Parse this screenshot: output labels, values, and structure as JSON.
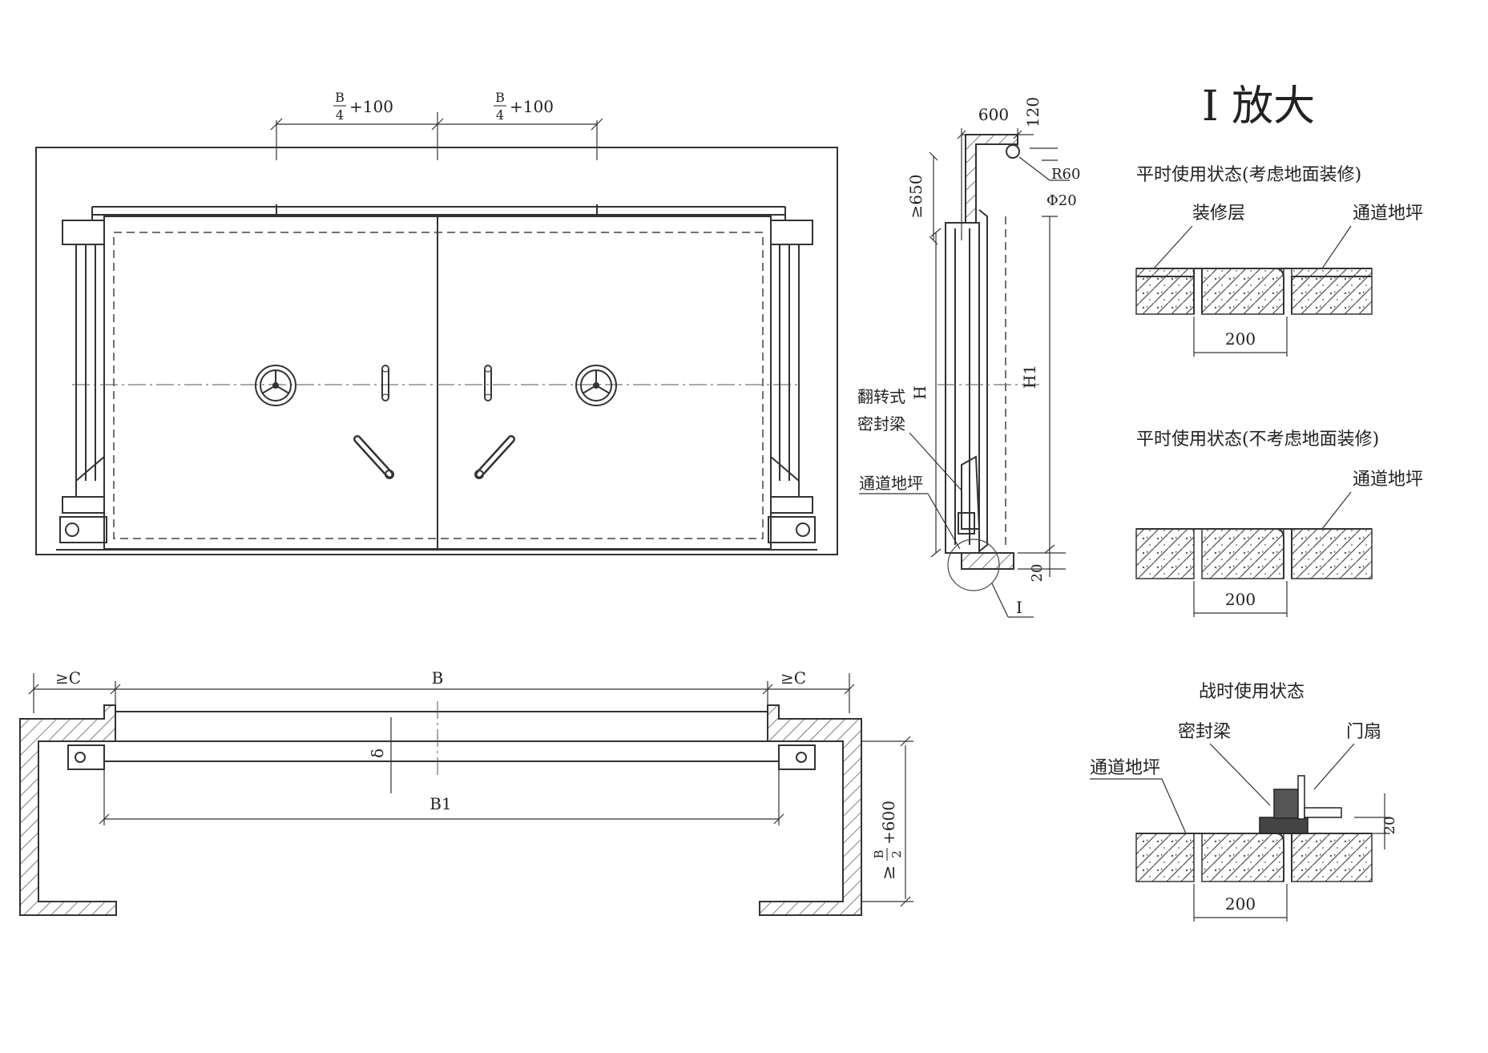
{
  "enlarge_title": "I 放大",
  "front_view": {
    "dim_left": {
      "num": "B",
      "den": "4",
      "suffix": "+100"
    },
    "dim_right": {
      "num": "B",
      "den": "4",
      "suffix": "+100"
    }
  },
  "side_view": {
    "dim_600": "600",
    "dim_120": "120",
    "dim_650": "≥650",
    "r60": "R60",
    "phi20": "Φ20",
    "h": "H",
    "h1": "H1",
    "dim_20": "20",
    "label_flip_seal_line1": "翻转式",
    "label_flip_seal_line2": "密封梁",
    "label_floor": "通道地坪",
    "callout_I": "I"
  },
  "plan_view": {
    "c_left": "≥C",
    "b": "B",
    "c_right": "≥C",
    "delta": "δ",
    "b1": "B1",
    "depth_prefix": "≥",
    "depth_num": "B",
    "depth_den": "2",
    "depth_suffix": "+600"
  },
  "details": [
    {
      "title": "平时使用状态(考虑地面装修)",
      "label_left": "装修层",
      "label_right": "通道地坪",
      "dim": "200"
    },
    {
      "title": "平时使用状态(不考虑地面装修)",
      "label_right": "通道地坪",
      "dim": "200"
    },
    {
      "title": "战时使用状态",
      "label_seal": "密封梁",
      "label_leaf": "门扇",
      "label_floor": "通道地坪",
      "dim_20": "20",
      "dim": "200"
    }
  ]
}
